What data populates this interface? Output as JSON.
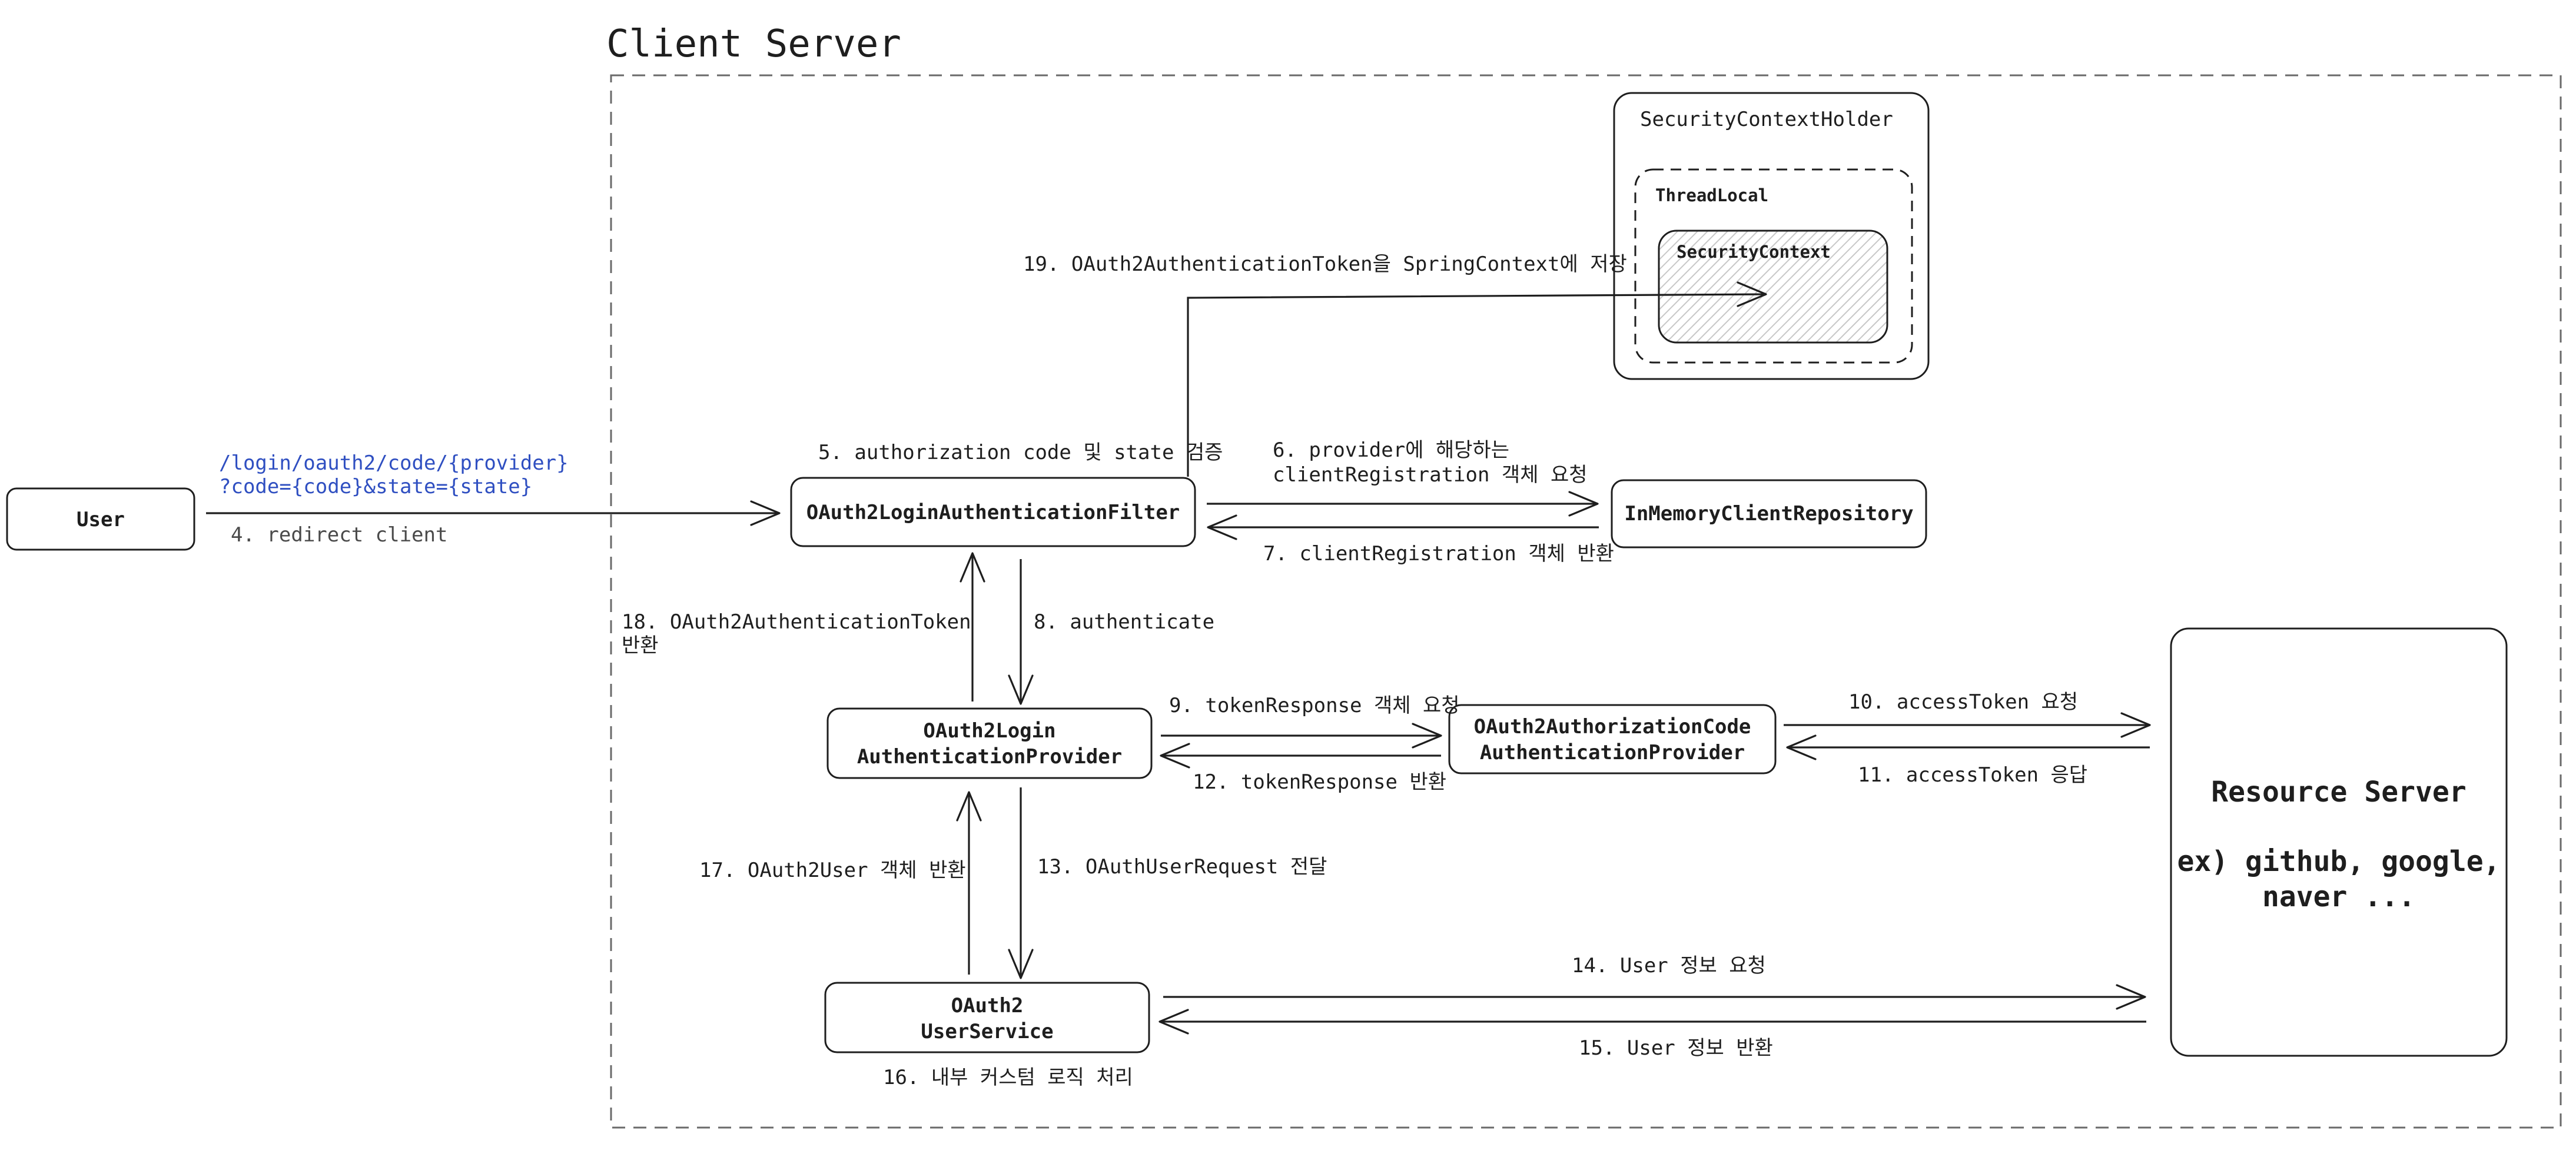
{
  "title": "Client Server",
  "nodes": {
    "user": "User",
    "filter": "OAuth2LoginAuthenticationFilter",
    "repository": "InMemoryClientRepository",
    "login_provider": [
      "OAuth2Login",
      "AuthenticationProvider"
    ],
    "code_provider": [
      "OAuth2AuthorizationCode",
      "AuthenticationProvider"
    ],
    "user_service": [
      "OAuth2",
      "UserService"
    ],
    "resource_server": [
      "Resource Server",
      "ex) github, google,",
      "naver ..."
    ],
    "context_holder": "SecurityContextHolder",
    "thread_local": "ThreadLocal",
    "security_context": "SecurityContext"
  },
  "request_url": [
    "/login/oauth2/code/{provider}",
    "?code={code}&state={state}"
  ],
  "steps": {
    "s4": "4. redirect client",
    "s5": "5. authorization code 및 state 검증",
    "s6": [
      "6. provider에 해당하는",
      "clientRegistration 객체 요청"
    ],
    "s7": "7. clientRegistration 객체 반환",
    "s8": "8. authenticate",
    "s9": "9. tokenResponse 객체 요청",
    "s10": "10. accessToken 요청",
    "s11": "11. accessToken 응답",
    "s12": "12. tokenResponse 반환",
    "s13": "13. OAuthUserRequest 전달",
    "s14": "14. User 정보 요청",
    "s15": "15. User 정보 반환",
    "s16": "16. 내부 커스텀 로직 처리",
    "s17": "17. OAuth2User 객체 반환",
    "s18": [
      "18. OAuth2AuthenticationToken",
      "반환"
    ],
    "s19": "19. OAuth2AuthenticationToken을 SpringContext에 저장"
  },
  "colors": {
    "stroke": "#1e1e1e",
    "url_text": "#2f4fc1",
    "hatch": "#c8c8c8"
  }
}
